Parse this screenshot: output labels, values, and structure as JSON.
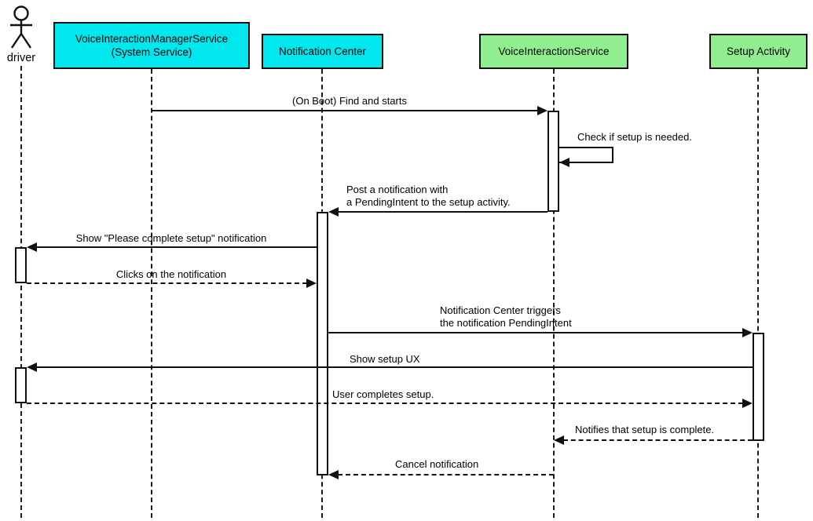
{
  "diagram_type": "uml-sequence",
  "colors": {
    "participant_cyan": "#00e8ee",
    "participant_green": "#90ee90",
    "line_black": "#111111",
    "background": "#ffffff"
  },
  "actors": [
    {
      "id": "driver",
      "kind": "actor",
      "label": "driver"
    },
    {
      "id": "voice-interaction-manager-service",
      "kind": "participant",
      "fill": "#00e8ee",
      "lines": [
        "VoiceInteractionManagerService",
        "(System Service)"
      ]
    },
    {
      "id": "notification-center",
      "kind": "participant",
      "fill": "#00e8ee",
      "lines": [
        "Notification Center"
      ]
    },
    {
      "id": "voice-interaction-service",
      "kind": "participant",
      "fill": "#90ee90",
      "lines": [
        "VoiceInteractionService"
      ]
    },
    {
      "id": "setup-activity",
      "kind": "participant",
      "fill": "#90ee90",
      "lines": [
        "Setup Activity"
      ]
    }
  ],
  "messages": [
    {
      "id": "find-and-starts",
      "from": "voice-interaction-manager-service",
      "to": "voice-interaction-service",
      "style": "solid",
      "lines": [
        "(On Boot) Find and starts"
      ]
    },
    {
      "id": "check-setup",
      "from": "voice-interaction-service",
      "to": "voice-interaction-service",
      "style": "solid-self",
      "lines": [
        "Check if setup is needed."
      ]
    },
    {
      "id": "post-notification",
      "from": "voice-interaction-service",
      "to": "notification-center",
      "style": "solid",
      "lines": [
        "Post a notification with",
        "a PendingIntent to the setup activity."
      ]
    },
    {
      "id": "show-please-complete-setup",
      "from": "notification-center",
      "to": "driver",
      "style": "solid",
      "lines": [
        "Show \"Please complete setup\" notification"
      ]
    },
    {
      "id": "clicks-notification",
      "from": "driver",
      "to": "notification-center",
      "style": "dashed",
      "lines": [
        "Clicks on the notification"
      ]
    },
    {
      "id": "triggers-pendingintent",
      "from": "notification-center",
      "to": "setup-activity",
      "style": "solid",
      "lines": [
        "Notification Center triggers",
        "the notification PendingIntent"
      ]
    },
    {
      "id": "show-setup-ux",
      "from": "setup-activity",
      "to": "driver",
      "style": "solid",
      "lines": [
        "Show setup UX"
      ]
    },
    {
      "id": "user-completes-setup",
      "from": "driver",
      "to": "setup-activity",
      "style": "dashed",
      "lines": [
        "User completes setup."
      ]
    },
    {
      "id": "notifies-setup-complete",
      "from": "setup-activity",
      "to": "voice-interaction-service",
      "style": "dashed",
      "lines": [
        "Notifies that setup is complete."
      ]
    },
    {
      "id": "cancel-notification",
      "from": "voice-interaction-service",
      "to": "notification-center",
      "style": "dashed",
      "lines": [
        "Cancel notification"
      ]
    }
  ]
}
